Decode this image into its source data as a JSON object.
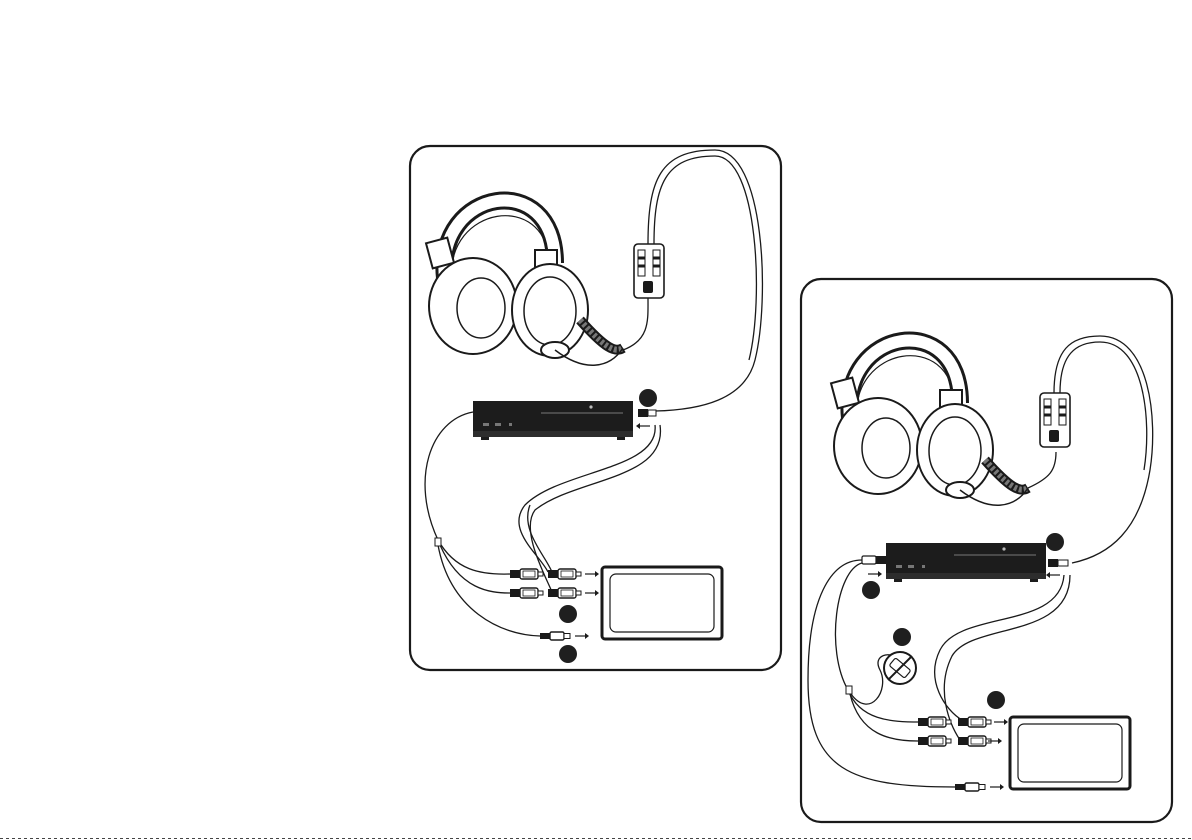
{
  "panels": [
    {
      "id": "panel-left",
      "step_markers": 3,
      "blocked_marker": false
    },
    {
      "id": "panel-right",
      "step_markers": 4,
      "blocked_marker": true
    }
  ],
  "colors": {
    "line": "#1a1a1a",
    "marker": "#1f1f1f",
    "paper": "#ffffff",
    "console": "#1c1c1c"
  },
  "icons": [
    "headset-icon",
    "inline-controller-icon",
    "console-icon",
    "tv-icon",
    "rca-plug-icon",
    "usb-plug-icon",
    "no-connection-icon"
  ]
}
